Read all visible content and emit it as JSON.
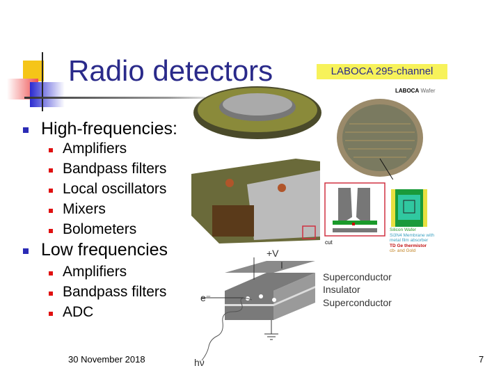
{
  "slide": {
    "title": "Radio detectors",
    "bullets": [
      {
        "label": "High-frequencies:",
        "items": [
          "Amplifiers",
          "Bandpass filters",
          "Local oscillators",
          "Mixers",
          "Bolometers"
        ]
      },
      {
        "label": "Low frequencies",
        "items": [
          "Amplifiers",
          "Bandpass filters",
          "ADC"
        ]
      }
    ],
    "footer_date": "30 November 2018",
    "page_number": "7"
  },
  "figure": {
    "banner": "LABOCA 295-channel",
    "wafer_caption_bold": "LABOCA",
    "wafer_caption": "Wafer",
    "cut_label": "cut",
    "chip_legend": [
      "Silicon Wafer",
      "Si3N4 Membrane with",
      "metal film absorber",
      "TD Ge thermistor",
      "cb- and Gold"
    ],
    "junction": {
      "voltage": "+V",
      "current": "I",
      "electron": "e⁻",
      "photon": "hν",
      "layers": [
        "Superconductor",
        "Insulator",
        "Superconductor"
      ]
    }
  },
  "colors": {
    "title": "#2a2a8a",
    "bullet1": "#2b2bb5",
    "bullet2": "#e01010",
    "banner": "#f7f25a"
  }
}
